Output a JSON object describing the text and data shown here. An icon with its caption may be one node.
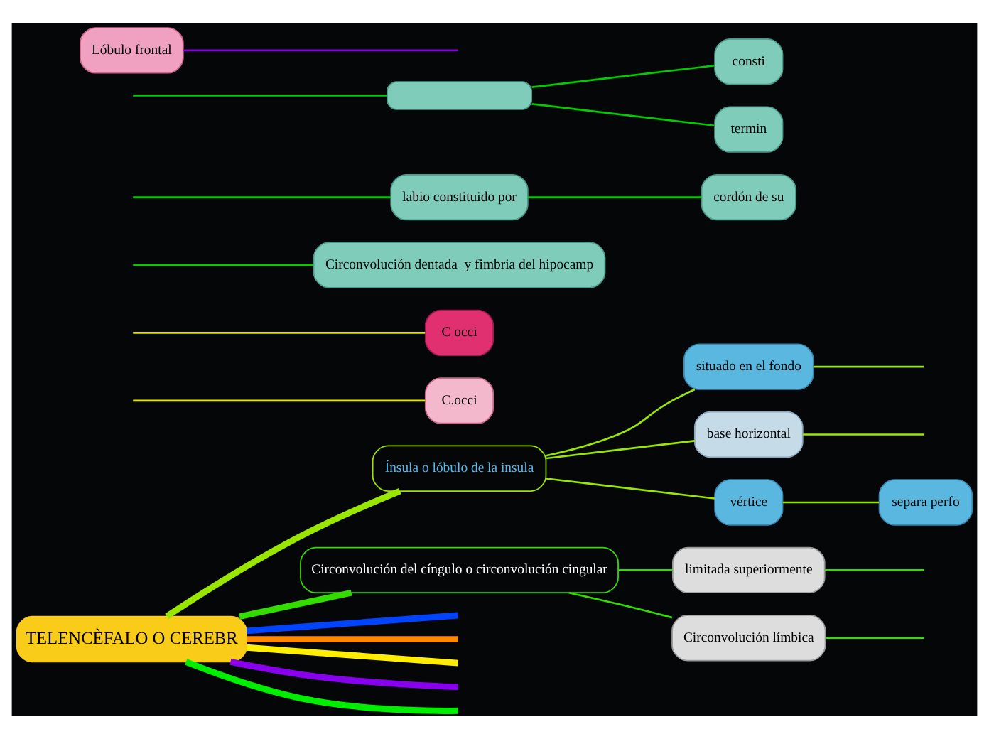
{
  "diagram": {
    "nodes": [
      {
        "text": [
          "TELENCÈFALO O CEREBR"
        ]
      },
      {
        "text": [
          "Ínsula o lóbulo de la insula"
        ]
      },
      {
        "text": [
          "situado en el fondo"
        ]
      },
      {
        "text": [
          "base horizontal"
        ]
      },
      {
        "text": [
          "vértice"
        ]
      },
      {
        "text": [
          "separa perfo"
        ]
      },
      {
        "text": [
          "Circonvolución del cíngulo o circonvolución cingular"
        ]
      },
      {
        "text": [
          "limitada superiormente"
        ]
      },
      {
        "text": [
          "Circonvolución límbica"
        ]
      },
      {
        "text": [
          "C.occi"
        ]
      },
      {
        "text": [
          "C occi"
        ]
      },
      {
        "text": [
          "Circonvolución dentada  y fimbria del hipocamp"
        ]
      },
      {
        "text": [
          "labio constituido por"
        ]
      },
      {
        "text": [
          "cordón de su"
        ]
      },
      {
        "text": [],
        "shape": "box"
      },
      {
        "text": [
          "consti"
        ]
      },
      {
        "text": [
          "termin"
        ]
      },
      {
        "text": [
          "Lóbulo frontal"
        ]
      }
    ],
    "edges": [
      {
        "from": 0,
        "to": 1,
        "arrow": "none",
        "style": "thick",
        "color": "#99e600"
      },
      {
        "from": 1,
        "to": 2,
        "arrow": "none",
        "color": "#99e600"
      },
      {
        "from": 1,
        "to": 3,
        "arrow": "none",
        "color": "#99e600"
      },
      {
        "from": 1,
        "to": 4,
        "arrow": "none",
        "color": "#99e600"
      },
      {
        "from": 4,
        "to": 5,
        "arrow": "none",
        "color": "#99e600"
      },
      {
        "from": 2,
        "to": null,
        "arrow": "none",
        "color": "#99e600"
      },
      {
        "from": 3,
        "to": null,
        "arrow": "none",
        "color": "#99e600"
      },
      {
        "from": 0,
        "to": 6,
        "arrow": "none",
        "style": "thick",
        "color": "#33dd00"
      },
      {
        "from": 6,
        "to": 7,
        "arrow": "none",
        "color": "#33dd00"
      },
      {
        "from": 6,
        "to": 8,
        "arrow": "none",
        "color": "#33dd00"
      },
      {
        "from": 7,
        "to": null,
        "arrow": "none",
        "color": "#33dd00"
      },
      {
        "from": 8,
        "to": null,
        "arrow": "none",
        "color": "#33dd00"
      },
      {
        "from": null,
        "to": 9,
        "arrow": "none",
        "color": "#e6e600"
      },
      {
        "from": null,
        "to": 10,
        "arrow": "none",
        "color": "#e6e600"
      },
      {
        "from": null,
        "to": 11,
        "arrow": "none",
        "color": "#00cc00"
      },
      {
        "from": null,
        "to": 12,
        "arrow": "none",
        "color": "#00cc00"
      },
      {
        "from": 12,
        "to": 13,
        "arrow": "none",
        "color": "#00cc00"
      },
      {
        "from": null,
        "to": 14,
        "arrow": "none",
        "color": "#00cc00"
      },
      {
        "from": 14,
        "to": 15,
        "arrow": "none",
        "color": "#00cc00"
      },
      {
        "from": 14,
        "to": 16,
        "arrow": "none",
        "color": "#00cc00"
      },
      {
        "from": 17,
        "to": null,
        "arrow": "none",
        "color": "#8800dd"
      },
      {
        "from": 0,
        "to": null,
        "arrow": "none",
        "style": "thick",
        "color": "#00ee00"
      },
      {
        "from": 0,
        "to": null,
        "arrow": "none",
        "style": "thick",
        "color": "#8800ee"
      },
      {
        "from": 0,
        "to": null,
        "arrow": "none",
        "style": "thick",
        "color": "#ffee00"
      },
      {
        "from": 0,
        "to": null,
        "arrow": "none",
        "style": "thick",
        "color": "#0044ff"
      },
      {
        "from": 0,
        "to": null,
        "arrow": "none",
        "style": "thick",
        "color": "#ff8800"
      }
    ]
  }
}
